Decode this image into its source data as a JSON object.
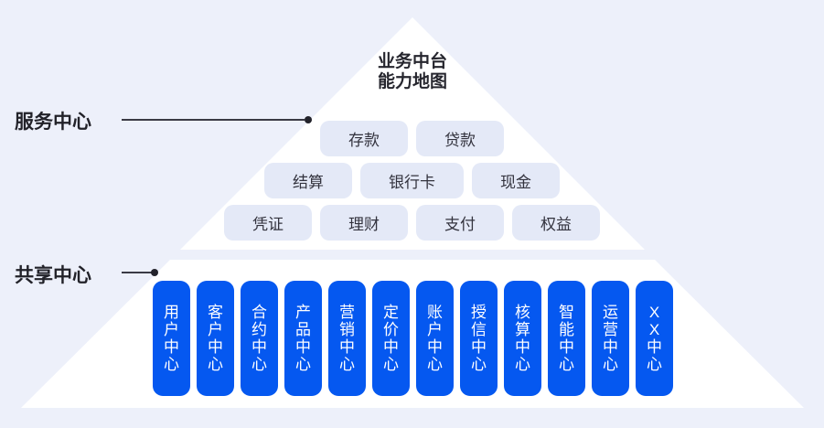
{
  "title": {
    "line1": "业务中台",
    "line2": "能力地图"
  },
  "labels": {
    "service_center": "服务中心",
    "shared_center": "共享中心"
  },
  "service_rows": [
    [
      "存款",
      "贷款"
    ],
    [
      "结算",
      "银行卡",
      "现金"
    ],
    [
      "凭证",
      "理财",
      "支付",
      "权益"
    ]
  ],
  "shared_centers": [
    "用户中心",
    "客户中心",
    "合约中心",
    "产品中心",
    "营销中心",
    "定价中心",
    "账户中心",
    "授信中心",
    "核算中心",
    "智能中心",
    "运营中心",
    "XX中心"
  ],
  "colors": {
    "background": "#edf0fa",
    "pyramid": "#ffffff",
    "pill_bg": "#e4e9f7",
    "pillar_blue": "#0558f0",
    "text_dark": "#26262e"
  }
}
